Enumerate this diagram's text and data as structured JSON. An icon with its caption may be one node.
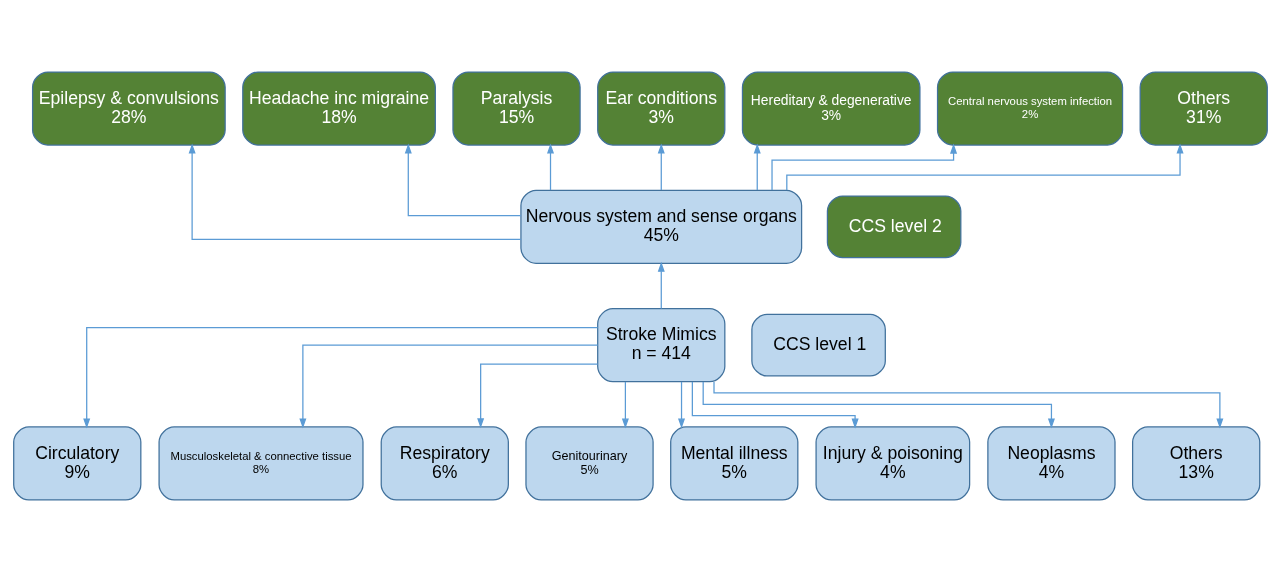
{
  "diagram": {
    "nodes": [
      {
        "text": [
          "Epilepsy & convulsions",
          "28%"
        ]
      },
      {
        "text": [
          "Headache inc migraine",
          "18%"
        ]
      },
      {
        "text": [
          "Paralysis",
          "15%"
        ]
      },
      {
        "text": [
          "Ear conditions",
          "3%"
        ]
      },
      {
        "text": [
          "Hereditary & degenerative",
          "3%"
        ]
      },
      {
        "text": [
          "Central nervous system infection",
          "2%"
        ]
      },
      {
        "text": [
          "Others",
          "31%"
        ]
      },
      {
        "text": [
          "Nervous system and sense organs",
          "45%"
        ]
      },
      {
        "text": [
          "Stroke Mimics",
          "n = 414"
        ]
      },
      {
        "text": [
          "Circulatory",
          "9%"
        ]
      },
      {
        "text": [
          "Musculoskeletal & connective tissue",
          "8%"
        ]
      },
      {
        "text": [
          "Respiratory",
          "6%"
        ]
      },
      {
        "text": [
          "Genitourinary",
          "5%"
        ]
      },
      {
        "text": [
          "Mental illness",
          "5%"
        ]
      },
      {
        "text": [
          "Injury & poisoning",
          "4%"
        ]
      },
      {
        "text": [
          "Neoplasms",
          "4%"
        ]
      },
      {
        "text": [
          "Others",
          "13%"
        ]
      }
    ],
    "edges": [
      {
        "from": 8,
        "to": 7,
        "arrow": "to"
      },
      {
        "from": 7,
        "to": 0,
        "arrow": "to"
      },
      {
        "from": 7,
        "to": 1,
        "arrow": "to"
      },
      {
        "from": 7,
        "to": 2,
        "arrow": "to"
      },
      {
        "from": 7,
        "to": 3,
        "arrow": "to"
      },
      {
        "from": 7,
        "to": 4,
        "arrow": "to"
      },
      {
        "from": 7,
        "to": 5,
        "arrow": "to"
      },
      {
        "from": 7,
        "to": 6,
        "arrow": "to"
      },
      {
        "from": 8,
        "to": 9,
        "arrow": "to"
      },
      {
        "from": 8,
        "to": 10,
        "arrow": "to"
      },
      {
        "from": 8,
        "to": 11,
        "arrow": "to"
      },
      {
        "from": 8,
        "to": 12,
        "arrow": "to"
      },
      {
        "from": 8,
        "to": 13,
        "arrow": "to"
      },
      {
        "from": 8,
        "to": 14,
        "arrow": "to"
      },
      {
        "from": 8,
        "to": 15,
        "arrow": "to"
      },
      {
        "from": 8,
        "to": 16,
        "arrow": "to"
      }
    ],
    "legend": [
      {
        "text": "CCS level 2",
        "color": "#548235"
      },
      {
        "text": "CCS level 1",
        "color": "#bdd7ee"
      }
    ]
  }
}
